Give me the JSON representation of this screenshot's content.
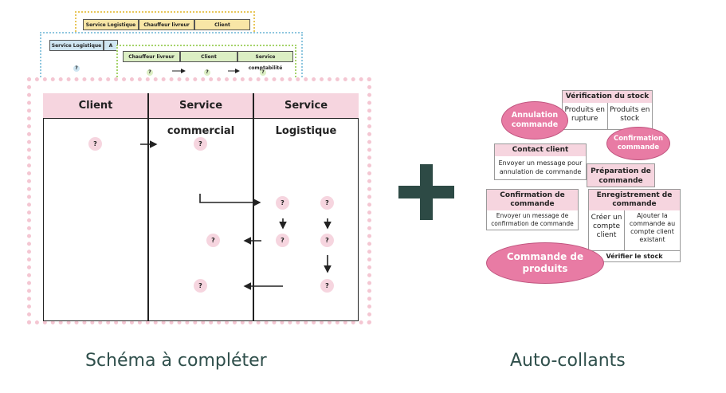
{
  "back_sheets": {
    "sheet_top": {
      "headers": [
        "Service Logistique",
        "Chauffeur livreur",
        "Client"
      ]
    },
    "sheet_middle": {
      "headers": [
        "Service Logistique",
        "A"
      ]
    },
    "sheet_front": {
      "headers": [
        "Chauffeur livreur",
        "Client",
        "Service comptabilité"
      ],
      "marks": [
        "?",
        "?",
        "?",
        "?"
      ]
    }
  },
  "main_table": {
    "headers": [
      "Client",
      "Service commercial",
      "Service Logistique"
    ],
    "question_mark": "?"
  },
  "plus_symbol": "+",
  "stickers": {
    "verification": {
      "title": "Vérification du stock",
      "cells": [
        "Produits en rupture",
        "Produits en stock"
      ]
    },
    "contact": {
      "title": "Contact client",
      "body": "Envoyer un message pour annulation de commande"
    },
    "preparation": {
      "title": "Préparation de commande"
    },
    "confirmation_cmd": {
      "title": "Confirmation de commande",
      "body": "Envoyer un message de confirmation de commande"
    },
    "enregistrement": {
      "title": "Enregistrement de commande",
      "cells": [
        "Créer un compte client",
        "Ajouter la commande au compte client existant"
      ],
      "footer": "Vérifier le stock"
    },
    "oval_annulation": "Annulation commande",
    "oval_confirmation": "Confirmation commande",
    "oval_commande": "Commande de produits"
  },
  "captions": {
    "left": "Schéma à compléter",
    "right": "Auto-collants"
  },
  "colors": {
    "pink": "#f6d5df",
    "oval": "#e87ba4",
    "plus": "#2d4a45",
    "caption": "#2f4f4b"
  }
}
